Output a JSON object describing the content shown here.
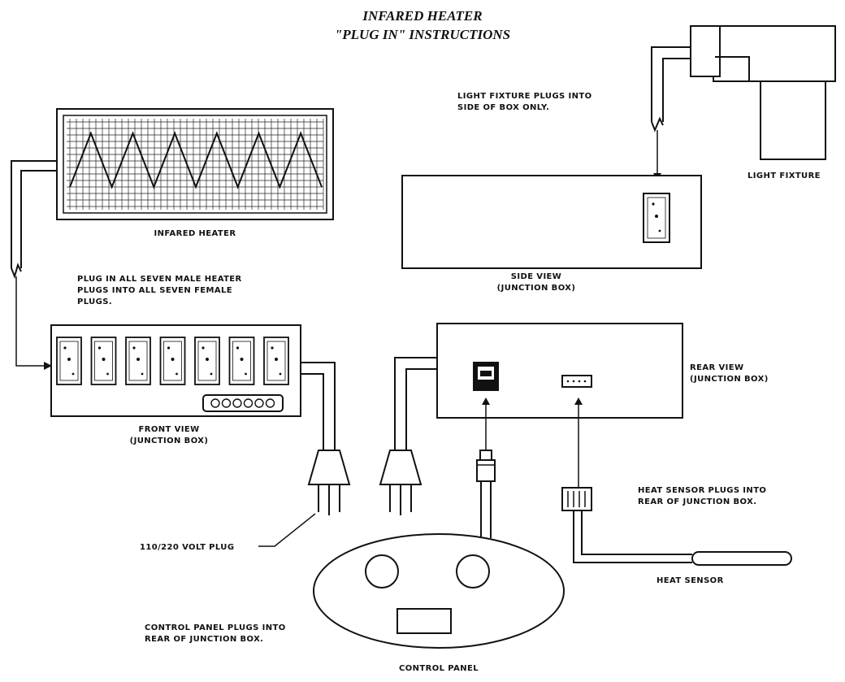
{
  "title": {
    "line1": "INFARED HEATER",
    "line2": "\"PLUG IN\" INSTRUCTIONS"
  },
  "labels": {
    "light_fixture_note_1": "LIGHT FIXTURE PLUGS INTO",
    "light_fixture_note_2": "SIDE OF BOX ONLY.",
    "light_fixture": "LIGHT FIXTURE",
    "infrared_heater": "INFARED HEATER",
    "side_view_1": "SIDE VIEW",
    "side_view_2": "(JUNCTION BOX)",
    "plug_note_1": "PLUG IN ALL SEVEN MALE HEATER",
    "plug_note_2": "PLUGS INTO ALL SEVEN FEMALE",
    "plug_note_3": "PLUGS.",
    "rear_view_1": "REAR VIEW",
    "rear_view_2": "(JUNCTION BOX)",
    "front_view_1": "FRONT VIEW",
    "front_view_2": "(JUNCTION BOX)",
    "sensor_note_1": "HEAT SENSOR PLUGS INTO",
    "sensor_note_2": "REAR OF JUNCTION BOX.",
    "volt_plug": "110/220 VOLT PLUG",
    "heat_sensor": "HEAT SENSOR",
    "control_note_1": "CONTROL PANEL PLUGS INTO",
    "control_note_2": "REAR OF JUNCTION BOX.",
    "control_panel": "CONTROL PANEL"
  },
  "counts": {
    "female_outlets": 7
  }
}
